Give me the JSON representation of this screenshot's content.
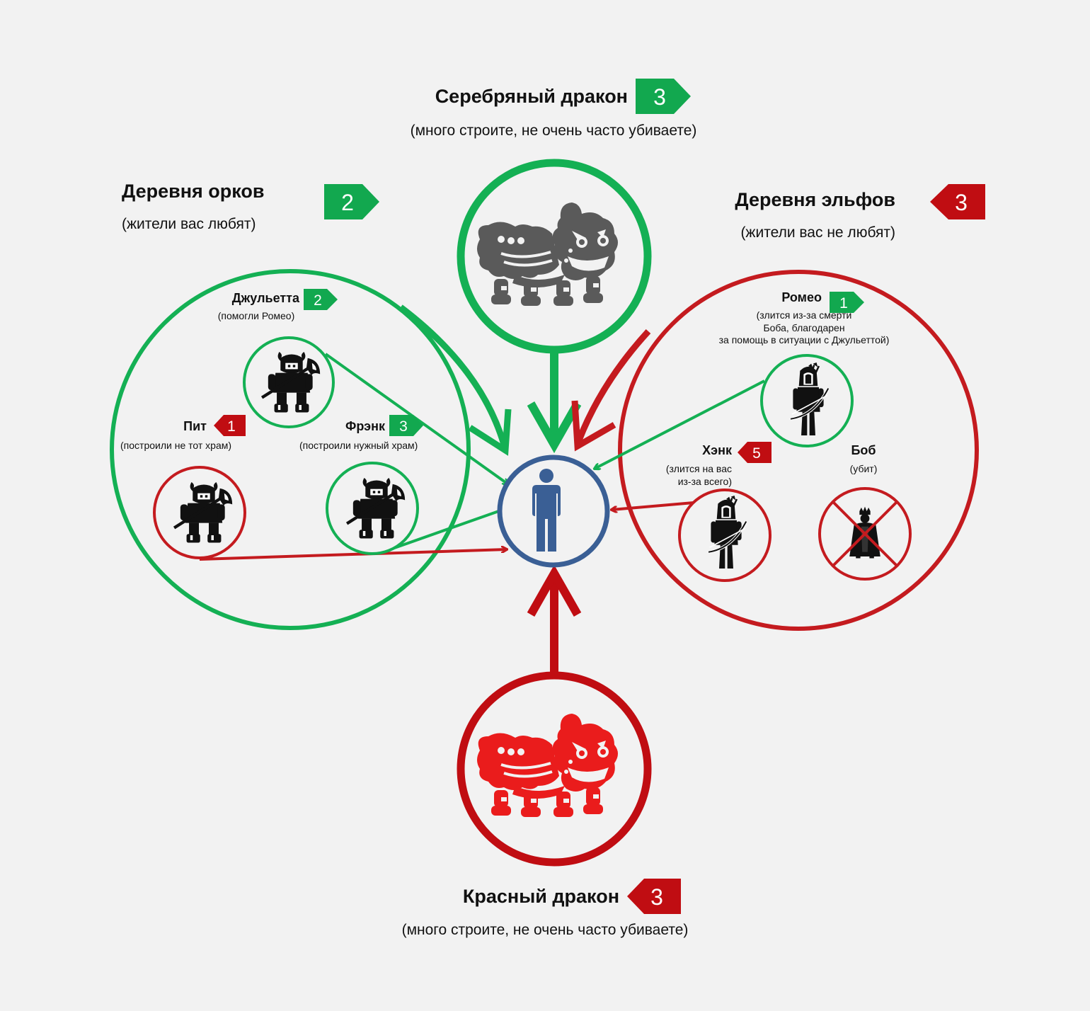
{
  "colors": {
    "green": "#12a84f",
    "green_line": "#14b054",
    "red": "#c00d12",
    "red_line": "#c41b1f",
    "blue": "#3a5f95",
    "gray_dragon": "#5a5a5a",
    "red_dragon": "#ea1c1c",
    "background": "#f2f2f2"
  },
  "icons": {
    "player": "person-icon",
    "orc": "orc-warrior-icon",
    "elf": "elf-archer-icon",
    "dead_elf": "crossed-out-elf-icon",
    "dragon": "dragon-icon",
    "rating_good": "green-arrow-badge",
    "rating_bad": "red-arrow-badge"
  },
  "silver_dragon": {
    "title": "Серебряный дракон",
    "score": "3",
    "sentiment": "positive",
    "note": "(много строите, не очень часто убиваете)"
  },
  "red_dragon": {
    "title": "Красный дракон",
    "score": "3",
    "sentiment": "negative",
    "note": "(много строите, не очень часто убиваете)"
  },
  "orc_village": {
    "title": "Деревня орков",
    "score": "2",
    "sentiment": "positive",
    "note": "(жители вас любят)",
    "members": [
      {
        "name": "Джульетта",
        "score": "2",
        "sentiment": "positive",
        "note": "(помогли Ромео)"
      },
      {
        "name": "Пит",
        "score": "1",
        "sentiment": "negative",
        "note": "(построили не тот храм)"
      },
      {
        "name": "Фрэнк",
        "score": "3",
        "sentiment": "positive",
        "note": "(построили нужный храм)"
      }
    ]
  },
  "elf_village": {
    "title": "Деревня эльфов",
    "score": "3",
    "sentiment": "negative",
    "note": "(жители вас не любят)",
    "members": [
      {
        "name": "Ромео",
        "score": "1",
        "sentiment": "positive",
        "note_lines": [
          "(злится из-за смерти",
          "Боба, благодарен",
          "за помощь в ситуации с Джульеттой)"
        ]
      },
      {
        "name": "Хэнк",
        "score": "5",
        "sentiment": "negative",
        "note_lines": [
          "(злится на вас",
          "из-за всего)"
        ]
      },
      {
        "name": "Боб",
        "sentiment": "dead",
        "note": "(убит)"
      }
    ]
  }
}
